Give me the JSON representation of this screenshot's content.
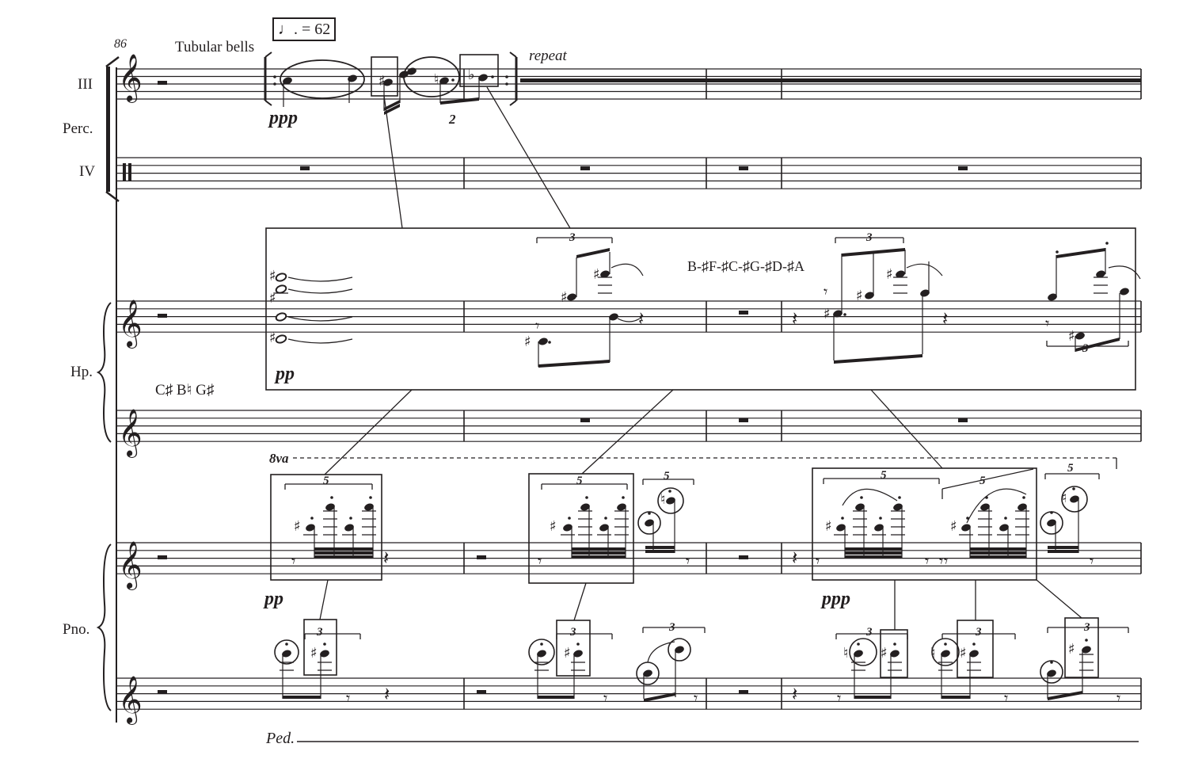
{
  "score": {
    "measure_number": "86",
    "instrument_tubular_bells": "Tubular bells",
    "tempo": {
      "note_glyph": "♩.",
      "text": "= 62"
    },
    "repeat_text": "repeat",
    "labels": {
      "perc_iii": "III",
      "perc": "Perc.",
      "perc_iv": "IV",
      "harp": "Hp.",
      "piano": "Pno."
    },
    "dynamics": {
      "perc": "ppp",
      "harp": "pp",
      "piano_1": "pp",
      "piano_2": "ppp"
    },
    "duplet": "2",
    "pitch_series": "B-♯F-♯C-♯G-♯D-♯A",
    "harp_pedals": "C♯ B♮ G♯",
    "ottava": "8va",
    "pedal": "Ped.",
    "tuplets": [
      "3",
      "3",
      "5",
      "5",
      "5",
      "5",
      "5",
      "5",
      "3",
      "3",
      "3",
      "3",
      "3",
      "3",
      "3"
    ],
    "symbols": {
      "sharp": "♯",
      "natural": "♮",
      "flat": "♭",
      "treble_clef": "𝄞",
      "percussion_clef": "𝄥"
    }
  }
}
